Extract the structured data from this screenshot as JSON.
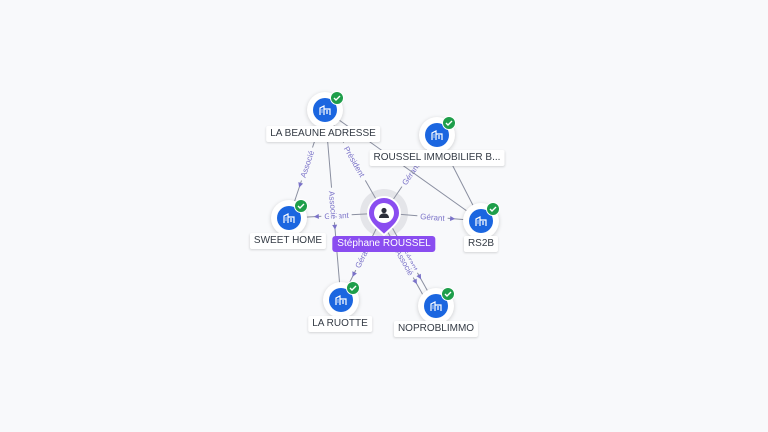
{
  "center": {
    "name": "Stéphane ROUSSEL",
    "icon": "person-icon"
  },
  "companies": [
    {
      "id": "la-beaune-adresse",
      "name": "LA BEAUNE ADRESSE",
      "icon": "building-icon",
      "verified": true
    },
    {
      "id": "roussel-immobilier",
      "name": "ROUSSEL IMMOBILIER B...",
      "icon": "building-icon",
      "verified": true
    },
    {
      "id": "sweet-home",
      "name": "SWEET HOME",
      "icon": "building-icon",
      "verified": true
    },
    {
      "id": "rs2b",
      "name": "RS2B",
      "icon": "building-icon",
      "verified": true
    },
    {
      "id": "la-ruotte",
      "name": "LA RUOTTE",
      "icon": "building-icon",
      "verified": true
    },
    {
      "id": "noproblimmo",
      "name": "NOPROBLIMMO",
      "icon": "building-icon",
      "verified": true
    }
  ],
  "relations": [
    {
      "from": "center",
      "to": "la-beaune-adresse",
      "label": "Président"
    },
    {
      "from": "center",
      "to": "roussel-immobilier",
      "label": "Gérant"
    },
    {
      "from": "center",
      "to": "sweet-home",
      "label": "Gérant"
    },
    {
      "from": "center",
      "to": "rs2b",
      "label": "Gérant"
    },
    {
      "from": "center",
      "to": "la-ruotte",
      "label": "Gérant"
    },
    {
      "from": "center",
      "to": "noproblimmo",
      "label": "Gérant"
    },
    {
      "from": "center",
      "to": "noproblimmo",
      "label": "Associé"
    },
    {
      "from": "la-beaune-adresse",
      "to": "sweet-home",
      "label": "Associé"
    },
    {
      "from": "la-beaune-adresse",
      "to": "la-ruotte",
      "label": "Associé"
    },
    {
      "from": "la-beaune-adresse",
      "to": "rs2b",
      "label": ""
    },
    {
      "from": "roussel-immobilier",
      "to": "rs2b",
      "label": ""
    }
  ],
  "colors": {
    "accent": "#8a4df0",
    "node": "#1b66e0",
    "verified": "#1e9e4a",
    "edge": "#8a8fa0",
    "edge_label": "#7a72c8"
  }
}
